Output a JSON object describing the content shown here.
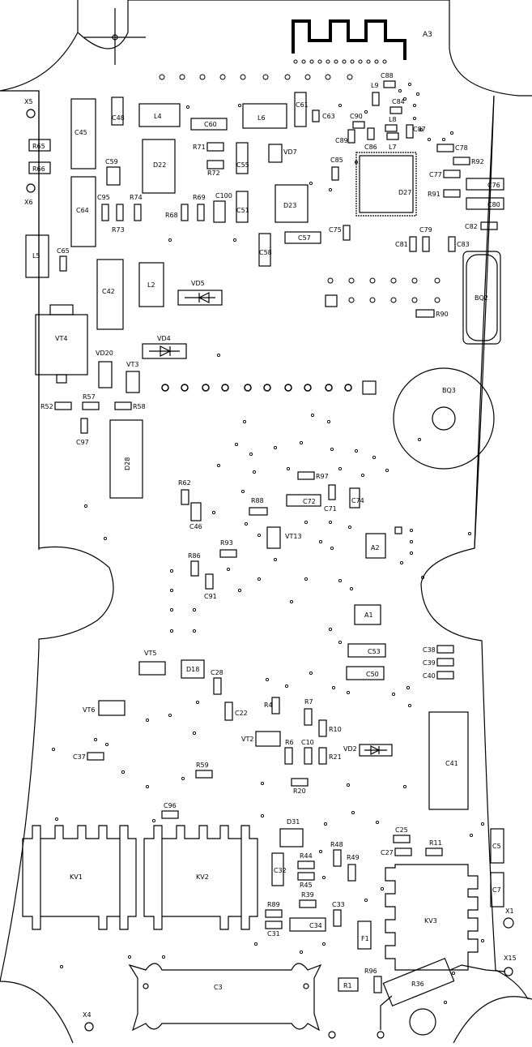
{
  "labels": {
    "A3": "A3",
    "X5": "X5",
    "X6": "X6",
    "X4": "X4",
    "X1": "X1",
    "X15": "X15",
    "C45": "C45",
    "C48": "C48",
    "L4": "L4",
    "C60": "C60",
    "L6": "L6",
    "C61": "C61",
    "C63": "C63",
    "R65": "R65",
    "R66": "R66",
    "C59": "C59",
    "D22": "D22",
    "R71": "R71",
    "R72": "R72",
    "C55": "C55",
    "VD7": "VD7",
    "C95": "C95",
    "R74": "R74",
    "R73": "R73",
    "C64": "C64",
    "R68": "R68",
    "R69": "R69",
    "C100": "C100",
    "C51": "C51",
    "D23": "D23",
    "C57": "C57",
    "C58": "C58",
    "C88": "C88",
    "L9": "L9",
    "C84": "C84",
    "C90": "C90",
    "L8": "L8",
    "C89": "C89",
    "C87": "C87",
    "C86": "C86",
    "L7": "L7",
    "C78": "C78",
    "C85": "C85",
    "D27": "D27",
    "R92": "R92",
    "C77": "C77",
    "R91": "R91",
    "C76": "C76",
    "C80": "C80",
    "C75": "C75",
    "C82": "C82",
    "C79": "C79",
    "C81": "C81",
    "C83": "C83",
    "BQ2": "BQ2",
    "R90": "R90",
    "L5": "L5",
    "C65": "C65",
    "C42": "C42",
    "L2": "L2",
    "VD5": "VD5",
    "VT4": "VT4",
    "VD4": "VD4",
    "VD20": "VD20",
    "VT3": "VT3",
    "BQ3": "BQ3",
    "R52": "R52",
    "R57": "R57",
    "R58": "R58",
    "C97": "C97",
    "D28": "D28",
    "R62": "R62",
    "C46": "C46",
    "R97": "R97",
    "R88": "R88",
    "C72": "C72",
    "C71": "C71",
    "C74": "C74",
    "VT13": "VT13",
    "A2": "A2",
    "R93": "R93",
    "R86": "R86",
    "C91": "C91",
    "A1": "A1",
    "C53": "C53",
    "C38": "C38",
    "C39": "C39",
    "C40": "C40",
    "C50": "C50",
    "VT5": "VT5",
    "D18": "D18",
    "C28": "C28",
    "VT6": "VT6",
    "C22": "C22",
    "R4": "R4",
    "R7": "R7",
    "R10": "R10",
    "VT2": "VT2",
    "R6": "R6",
    "C10": "C10",
    "R21": "R21",
    "VD2": "VD2",
    "C41": "C41",
    "C37": "C37",
    "R59": "R59",
    "R20": "R20",
    "C96": "C96",
    "D31": "D31",
    "C25": "C25",
    "R11": "R11",
    "C5": "C5",
    "KV1": "KV1",
    "KV2": "KV2",
    "C32": "C32",
    "R44": "R44",
    "R48": "R48",
    "R49": "R49",
    "C27": "C27",
    "R45": "R45",
    "C7": "C7",
    "R39": "R39",
    "C33": "C33",
    "KV3": "KV3",
    "R89": "R89",
    "C34": "C34",
    "C31": "C31",
    "F1": "F1",
    "R96": "R96",
    "R36": "R36",
    "C3": "C3",
    "R1": "R1"
  }
}
